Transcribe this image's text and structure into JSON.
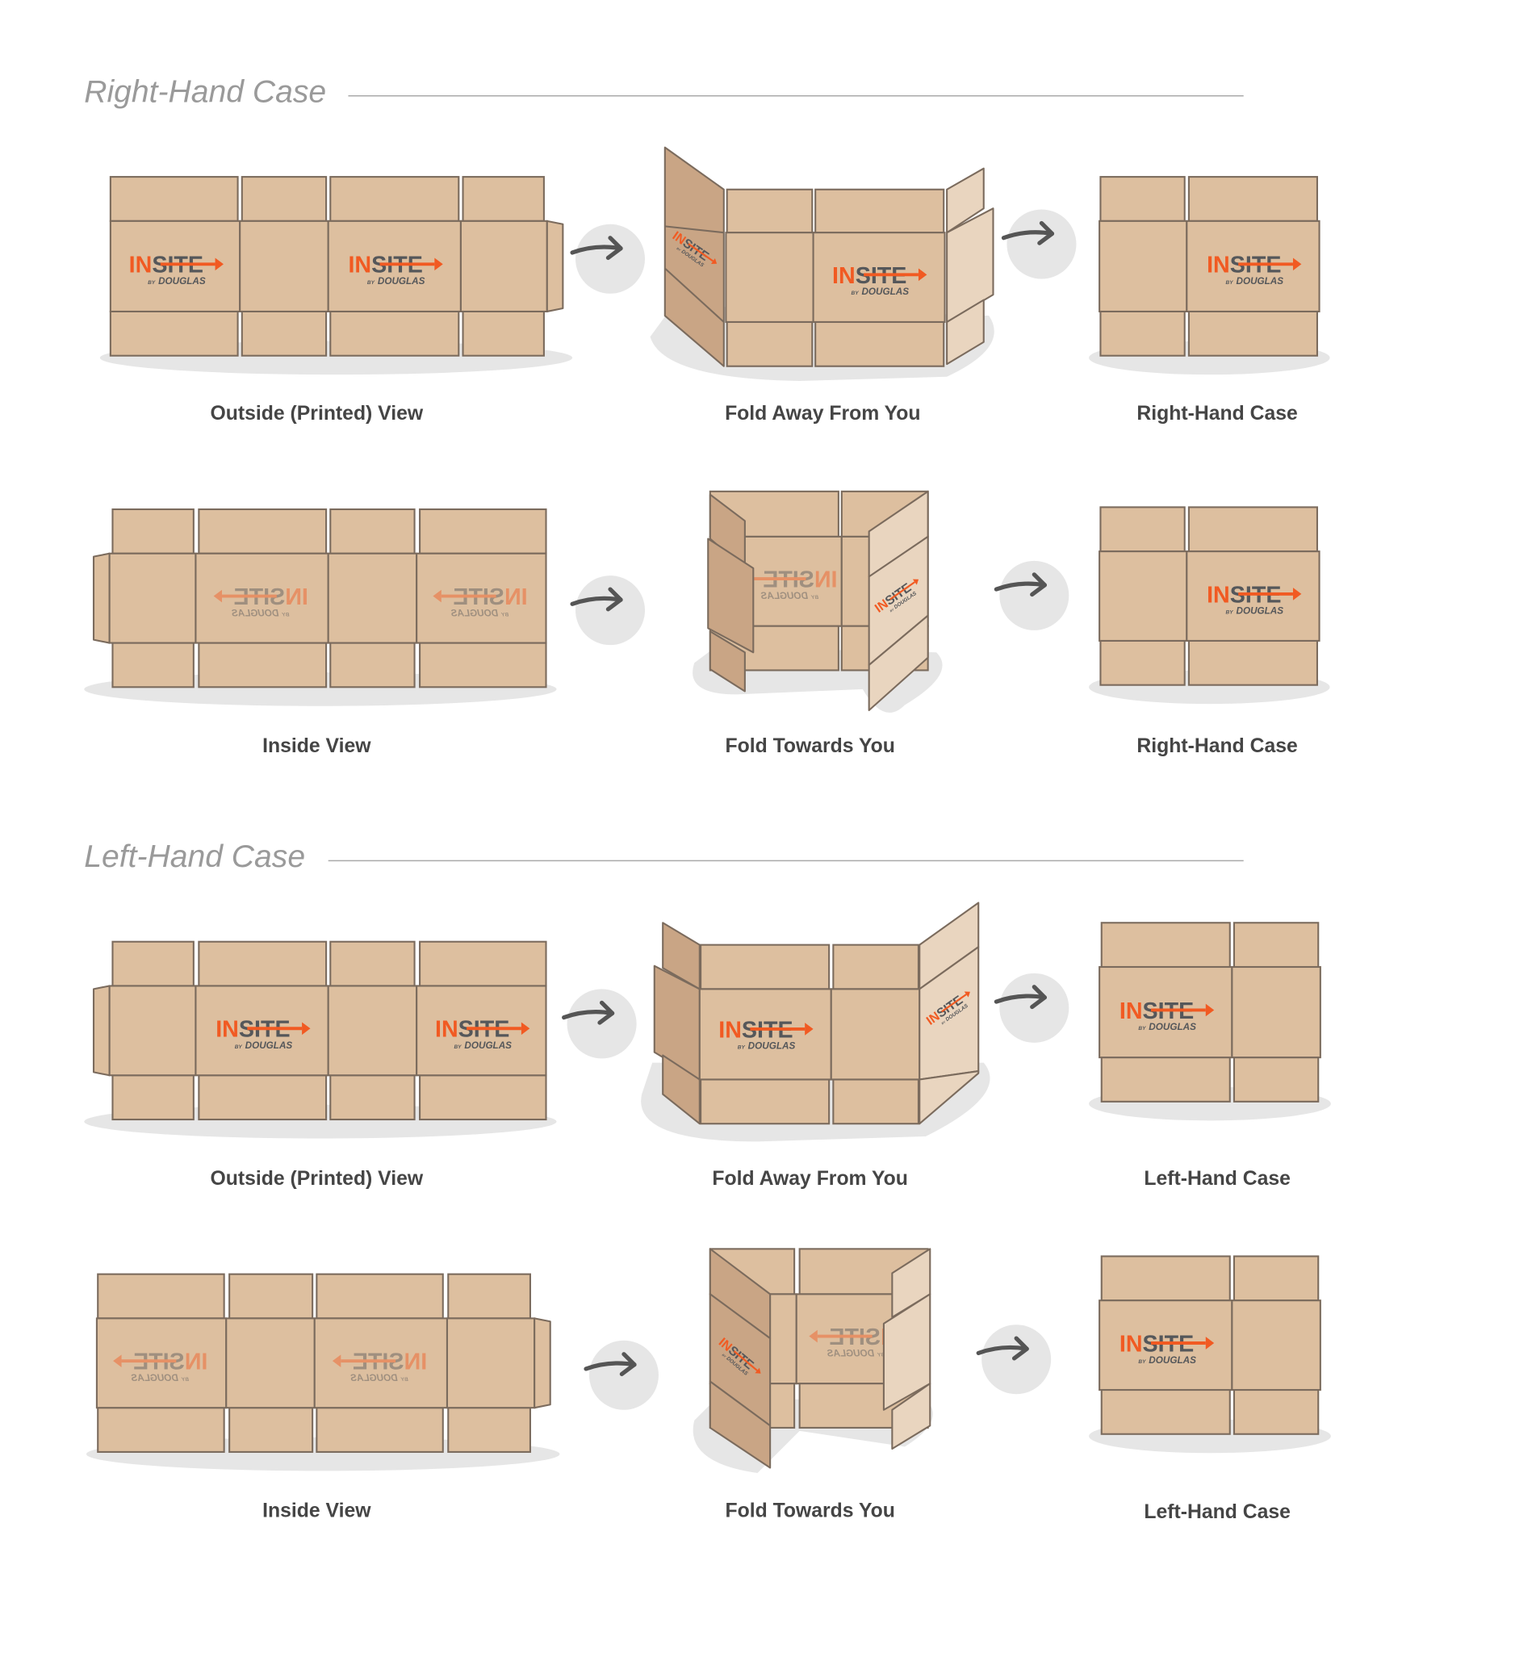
{
  "colors": {
    "cardboard": "#ddbf9f",
    "cardboard_dark": "#c9a585",
    "cardboard_light": "#e9d5bf",
    "edge": "#7b6b5d",
    "shadow": "#e6e6e6",
    "logo_orange": "#f15a22",
    "logo_grey": "#55575a",
    "arrow": "#555555"
  },
  "logo": {
    "brand": "INSITE",
    "brand_accent": "IN",
    "brand_rest": "SITE",
    "by": "BY",
    "maker": "DOUGLAS"
  },
  "sections": [
    {
      "title": "Right-Hand Case",
      "rows": [
        {
          "labels": [
            "Outside (Printed) View",
            "Fold Away From You",
            "Right-Hand Case"
          ]
        },
        {
          "labels": [
            "Inside View",
            "Fold Towards You",
            "Right-Hand Case"
          ]
        }
      ]
    },
    {
      "title": "Left-Hand Case",
      "rows": [
        {
          "labels": [
            "Outside (Printed) View",
            "Fold Away From You",
            "Left-Hand Case"
          ]
        },
        {
          "labels": [
            "Inside View",
            "Fold Towards You",
            "Left-Hand Case"
          ]
        }
      ]
    }
  ],
  "icons": {
    "step_arrow": "arrow-right-curved-icon"
  }
}
